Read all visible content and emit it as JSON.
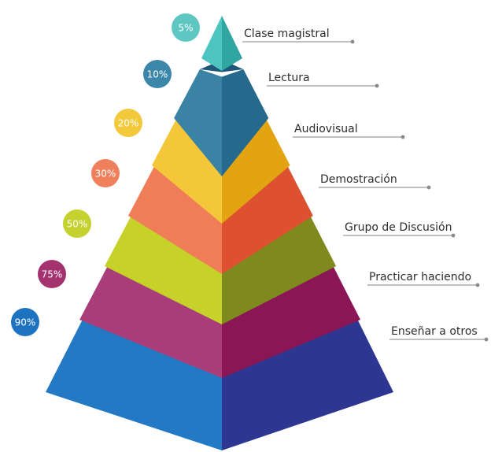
{
  "levels": [
    {
      "label": "Clase magistral",
      "percent": "5%",
      "light": "#4ec4c0",
      "dark": "#30a6a3",
      "ledge": "#2a8f8c",
      "badge": "#5ec7c1"
    },
    {
      "label": "Lectura",
      "percent": "10%",
      "light": "#3a83a4",
      "dark": "#256a8d",
      "ledge": "#1e5878",
      "badge": "#3b86a9"
    },
    {
      "label": "Audiovisual",
      "percent": "20%",
      "light": "#f4c63a",
      "dark": "#e3a412",
      "ledge": "#d49a10",
      "badge": "#f3c93c"
    },
    {
      "label": "Demostración",
      "percent": "30%",
      "light": "#ef7d58",
      "dark": "#dd5131",
      "ledge": "#c9462a",
      "badge": "#ef805c"
    },
    {
      "label": "Grupo de Discusión",
      "percent": "50%",
      "light": "#c6d129",
      "dark": "#7e8a1c",
      "ledge": "#6d7817",
      "badge": "#c5d12f"
    },
    {
      "label": "Practicar haciendo",
      "percent": "75%",
      "light": "#a83d7a",
      "dark": "#8a1655",
      "ledge": "#6d1045",
      "badge": "#a3326f"
    },
    {
      "label": "Enseñar a otros",
      "percent": "90%",
      "light": "#2479c5",
      "dark": "#2d3691",
      "ledge": "#202a72",
      "badge": "#1e73c1"
    }
  ]
}
